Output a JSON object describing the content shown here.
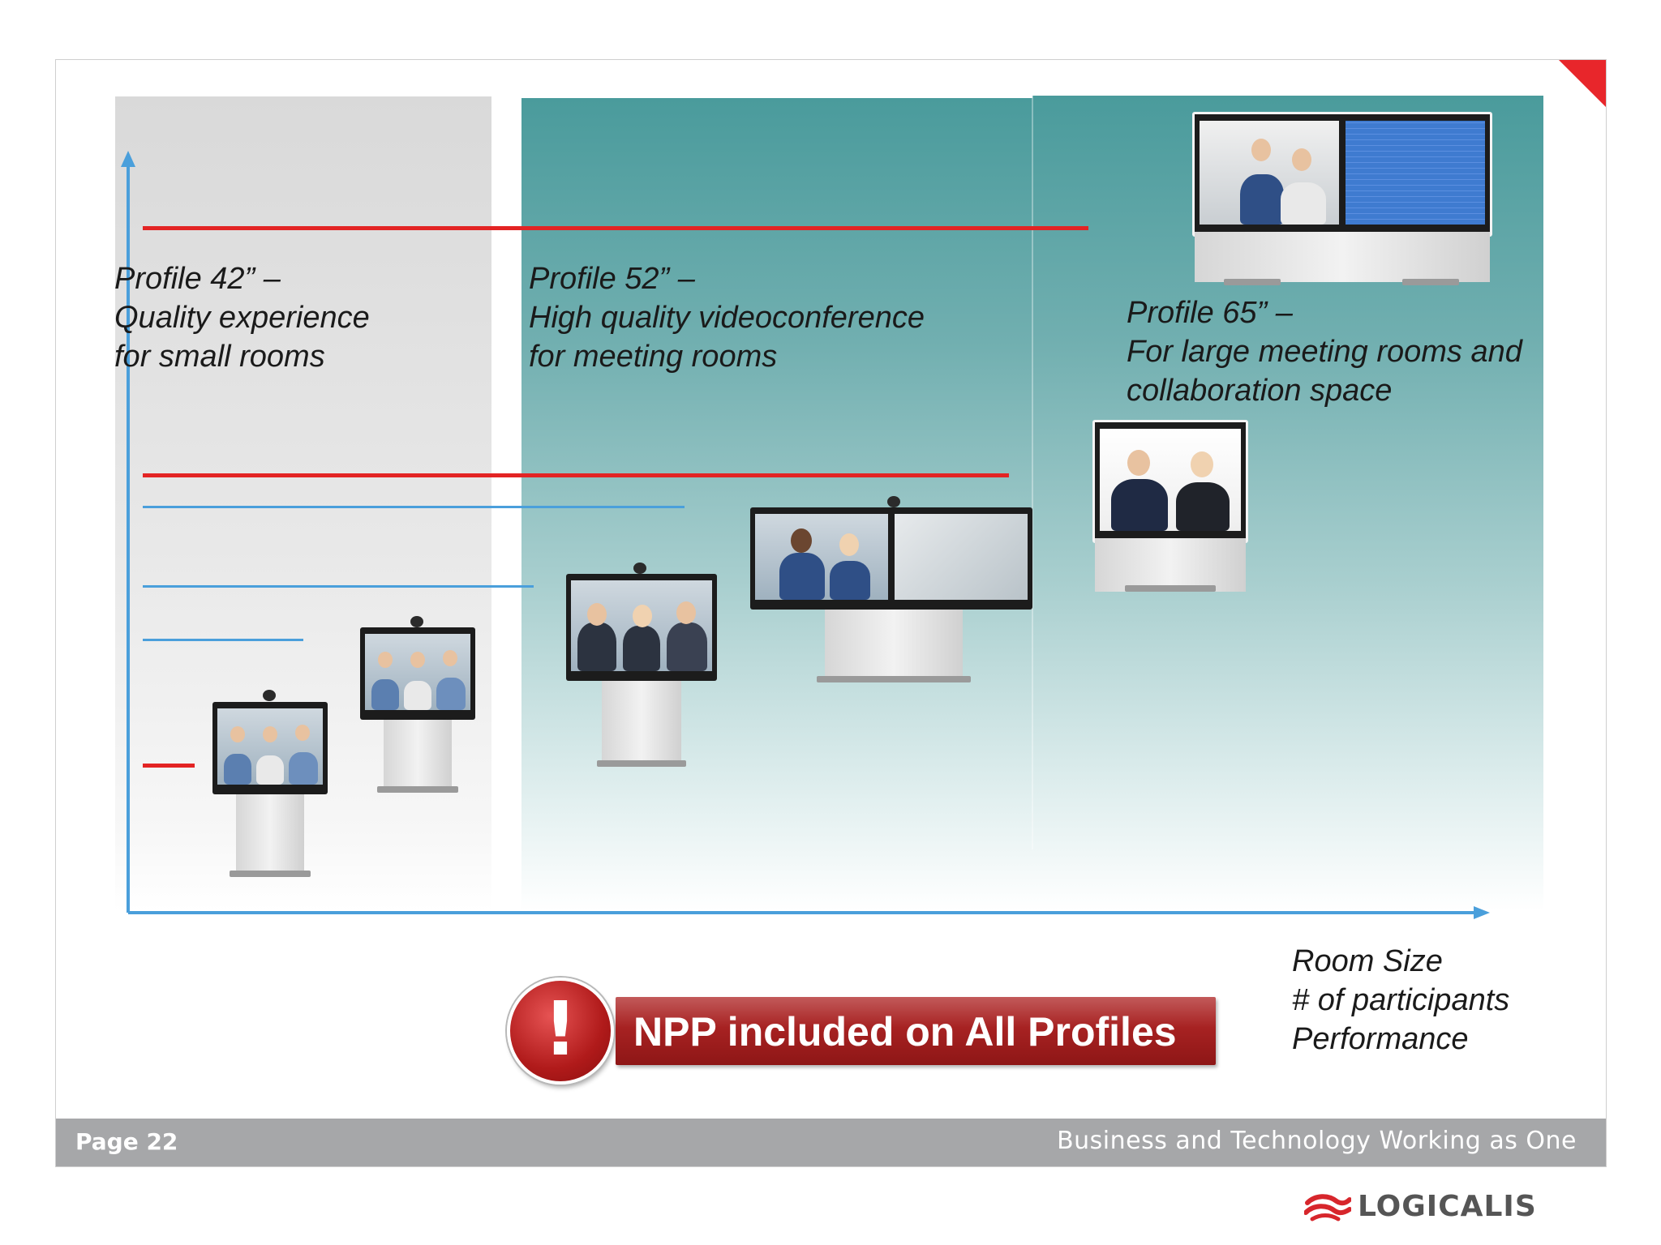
{
  "profiles": [
    {
      "line1": "Profile 42” –",
      "line2": "Quality experience",
      "line3": "for small rooms"
    },
    {
      "line1": "Profile 52” –",
      "line2": "High quality videoconference",
      "line3": "for meeting rooms"
    },
    {
      "line1": "Profile 65” –",
      "line2": "For large meeting rooms  and",
      "line3": "collaboration space"
    }
  ],
  "axis_legend": [
    "Room Size",
    "# of participants",
    "Performance"
  ],
  "banner": {
    "text": "NPP included on All Profiles",
    "icon": "!"
  },
  "footer": {
    "page": "Page 22",
    "tagline": "Business and Technology Working as One"
  },
  "logo": {
    "text": "LOGICALIS"
  },
  "colors": {
    "accent_red": "#e32424",
    "axis_blue": "#4a9fdb",
    "teal": "#4a9b9c",
    "banner_red": "#a72222"
  }
}
